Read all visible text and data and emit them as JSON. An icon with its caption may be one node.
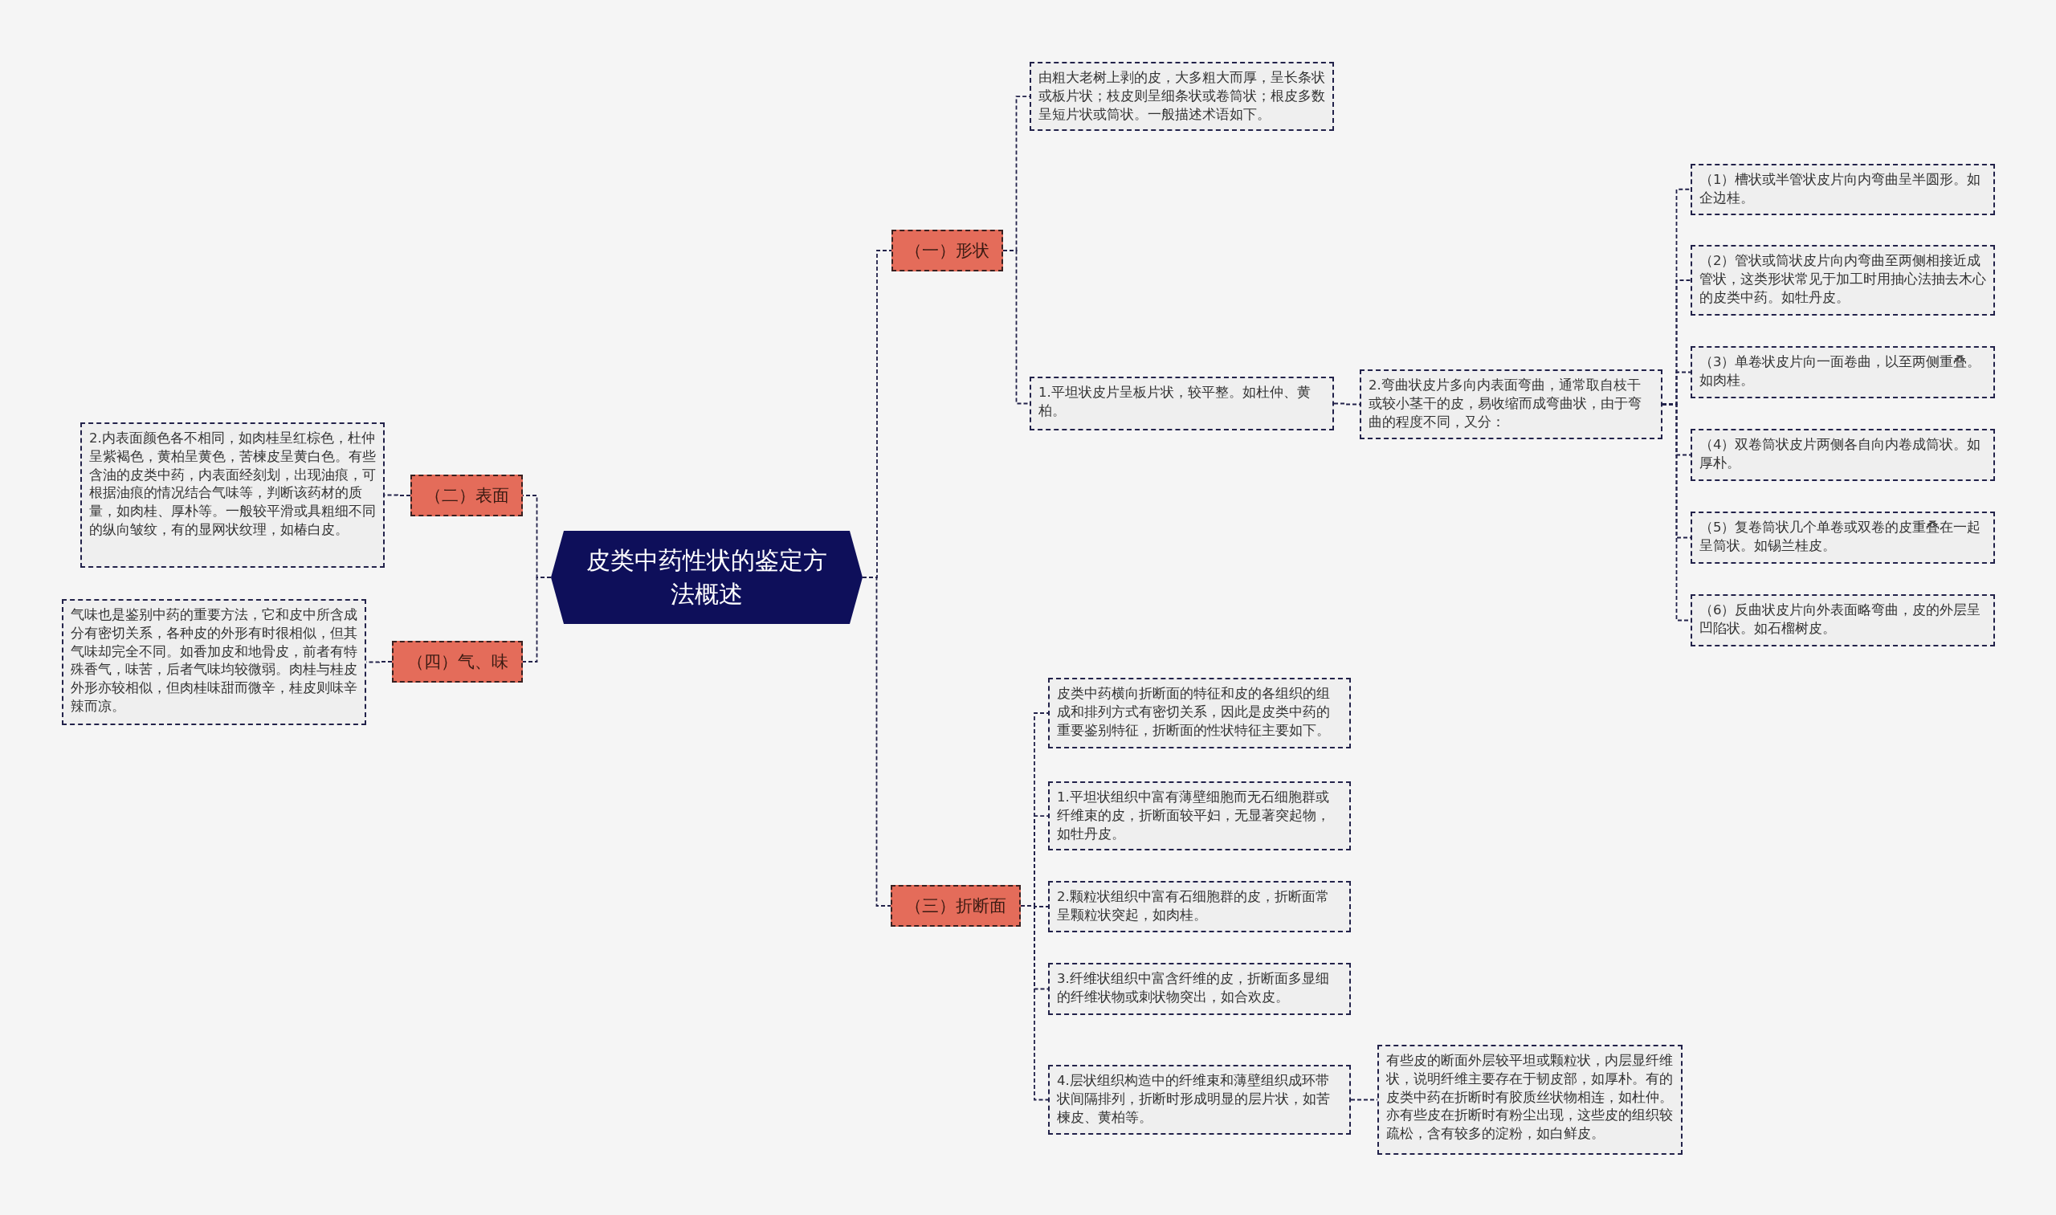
{
  "diagram": {
    "nodes": [
      {
        "text": [
          "皮类中药性状的鉴定方法概述"
        ]
      },
      {
        "text": [
          "（一）形状"
        ]
      },
      {
        "text": [
          "由粗大老树上剥的皮，大多粗大而厚，呈长条状或板片状；枝皮则呈细条状或卷筒状；根皮多数呈短片状或筒状。一般描述术语如下。"
        ]
      },
      {
        "text": [
          "1.平坦状皮片呈板片状，较平整。如杜仲、黄柏。"
        ]
      },
      {
        "text": [
          "2.弯曲状皮片多向内表面弯曲，通常取自枝干或较小茎干的皮，易收缩而成弯曲状，由于弯曲的程度不同，又分："
        ]
      },
      {
        "text": [
          "（1）槽状或半管状皮片向内弯曲呈半圆形。如企边桂。"
        ]
      },
      {
        "text": [
          "（2）管状或筒状皮片向内弯曲至两侧相接近成管状，这类形状常见于加工时用抽心法抽去木心的皮类中药。如牡丹皮。"
        ]
      },
      {
        "text": [
          "（3）单卷状皮片向一面卷曲，以至两侧重叠。如肉桂。"
        ]
      },
      {
        "text": [
          "（4）双卷筒状皮片两侧各自向内卷成筒状。如厚朴。"
        ]
      },
      {
        "text": [
          "（5）复卷筒状几个单卷或双卷的皮重叠在一起呈筒状。如锡兰桂皮。"
        ]
      },
      {
        "text": [
          "（6）反曲状皮片向外表面略弯曲，皮的外层呈凹陷状。如石榴树皮。"
        ]
      },
      {
        "text": [
          "（二）表面"
        ]
      },
      {
        "text": [
          "2.内表面颜色各不相同，如肉桂呈红棕色，杜仲呈紫褐色，黄柏呈黄色，苦楝皮呈黄白色。有些含油的皮类中药，内表面经刻划，出现油痕，可根据油痕的情况结合气味等，判断该药材的质量，如肉桂、厚朴等。一般较平滑或具粗细不同的纵向皱纹，有的显网状纹理，如椿白皮。"
        ]
      },
      {
        "text": [
          "（四）气、味"
        ]
      },
      {
        "text": [
          "气味也是鉴别中药的重要方法，它和皮中所含成分有密切关系，各种皮的外形有时很相似，但其气味却完全不同。如香加皮和地骨皮，前者有特殊香气，味苦，后者气味均较微弱。肉桂与桂皮外形亦较相似，但肉桂味甜而微辛，桂皮则味辛辣而凉。"
        ]
      },
      {
        "text": [
          "（三）折断面"
        ]
      },
      {
        "text": [
          "皮类中药横向折断面的特征和皮的各组织的组成和排列方式有密切关系，因此是皮类中药的重要鉴别特征，折断面的性状特征主要如下。"
        ]
      },
      {
        "text": [
          "1.平坦状组织中富有薄壁细胞而无石细胞群或纤维束的皮，折断面较平妇，无显著突起物，如牡丹皮。"
        ]
      },
      {
        "text": [
          "2.颗粒状组织中富有石细胞群的皮，折断面常呈颗粒状突起，如肉桂。"
        ]
      },
      {
        "text": [
          "3.纤维状组织中富含纤维的皮，折断面多显细的纤维状物或刺状物突出，如合欢皮。"
        ]
      },
      {
        "text": [
          "4.层状组织构造中的纤维束和薄壁组织成环带状间隔排列，折断时形成明显的层片状，如苦楝皮、黄柏等。"
        ]
      },
      {
        "text": [
          "有些皮的断面外层较平坦或颗粒状，内层显纤维状，说明纤维主要存在于韧皮部，如厚朴。有的皮类中药在折断时有胶质丝状物相连，如杜仲。亦有些皮在折断时有粉尘出现，这些皮的组织较疏松，含有较多的淀粉，如白鲜皮。"
        ]
      }
    ],
    "edges": [
      {
        "from": 0,
        "to": 1,
        "arrow": "none"
      },
      {
        "from": 1,
        "to": 2,
        "arrow": "none"
      },
      {
        "from": 1,
        "to": 3,
        "arrow": "none"
      },
      {
        "from": 3,
        "to": 4,
        "arrow": "none"
      },
      {
        "from": 4,
        "to": 5,
        "arrow": "none"
      },
      {
        "from": 4,
        "to": 6,
        "arrow": "none"
      },
      {
        "from": 4,
        "to": 7,
        "arrow": "none"
      },
      {
        "from": 4,
        "to": 8,
        "arrow": "none"
      },
      {
        "from": 4,
        "to": 9,
        "arrow": "none"
      },
      {
        "from": 4,
        "to": 10,
        "arrow": "none"
      },
      {
        "from": 0,
        "to": 11,
        "arrow": "none"
      },
      {
        "from": 11,
        "to": 12,
        "arrow": "none"
      },
      {
        "from": 0,
        "to": 13,
        "arrow": "none"
      },
      {
        "from": 13,
        "to": 14,
        "arrow": "none"
      },
      {
        "from": 0,
        "to": 15,
        "arrow": "none"
      },
      {
        "from": 15,
        "to": 16,
        "arrow": "none"
      },
      {
        "from": 15,
        "to": 17,
        "arrow": "none"
      },
      {
        "from": 15,
        "to": 18,
        "arrow": "none"
      },
      {
        "from": 15,
        "to": 19,
        "arrow": "none"
      },
      {
        "from": 15,
        "to": 20,
        "arrow": "none"
      },
      {
        "from": 20,
        "to": 21,
        "arrow": "none"
      }
    ]
  }
}
